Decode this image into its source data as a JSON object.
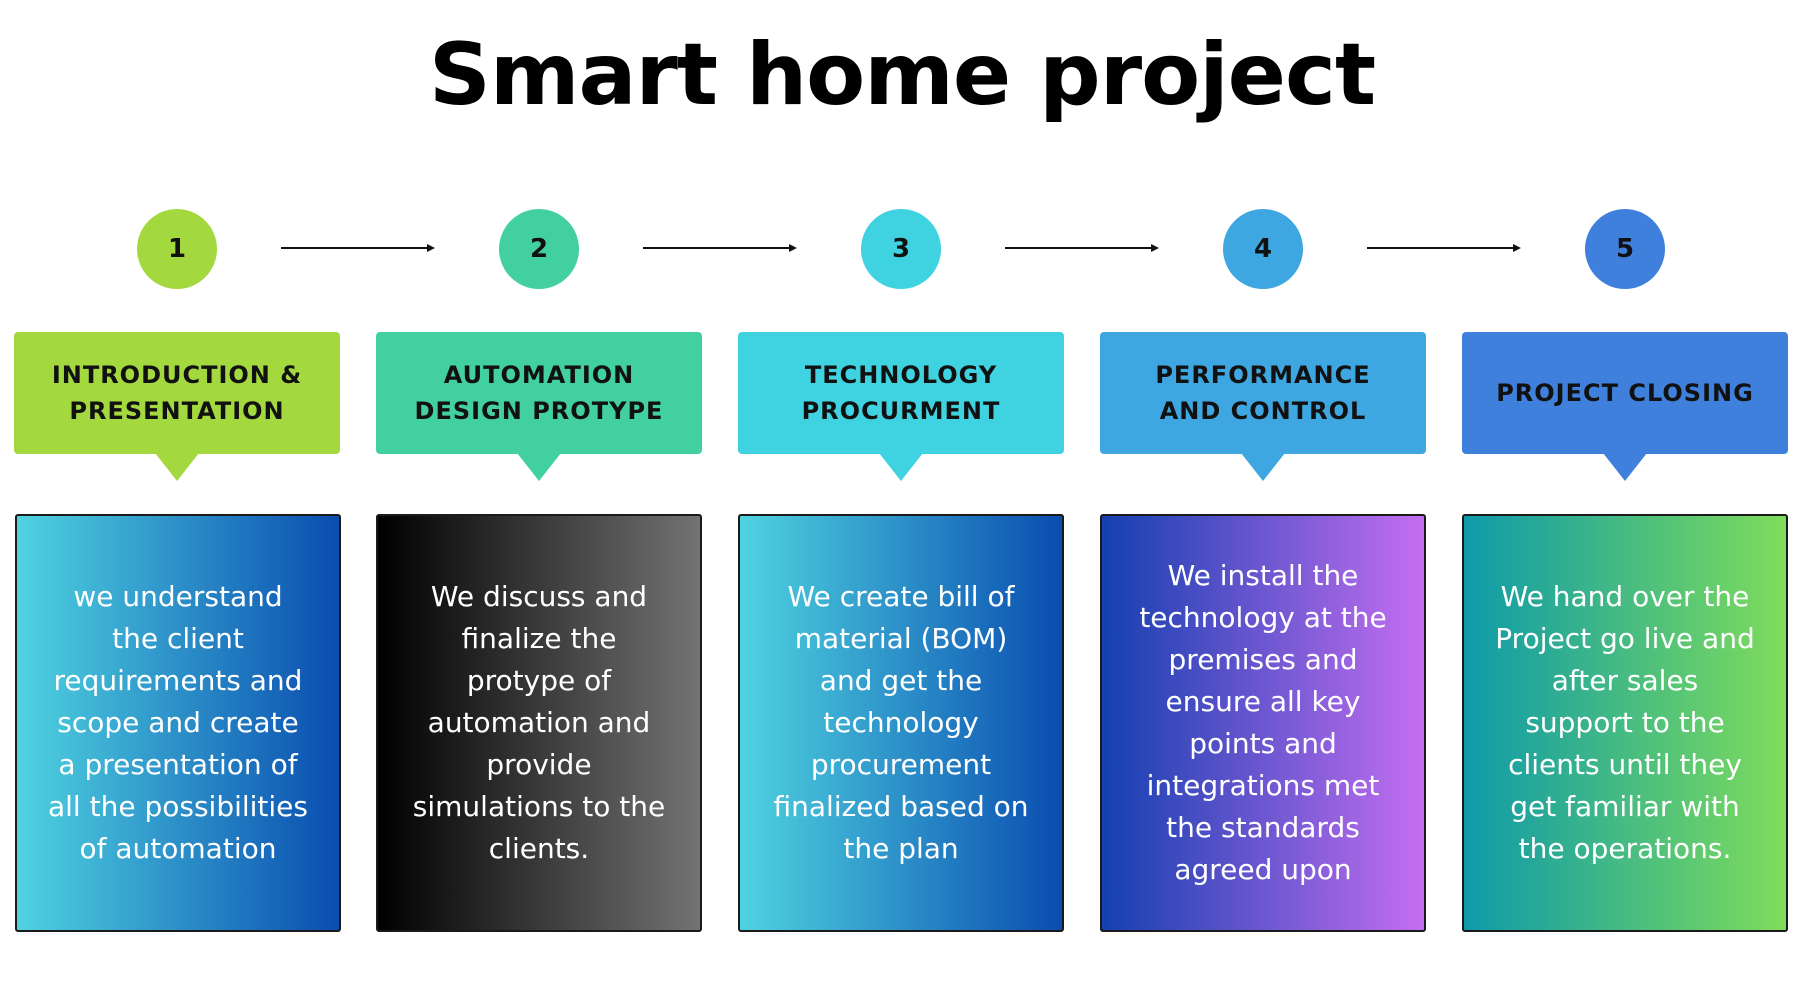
{
  "title": "Smart home project",
  "steps": [
    {
      "number": "1",
      "heading": "INTRODUCTION & PRESENTATION",
      "description": "we understand\nthe client\nrequirements and\nscope and create\na presentation of\nall the possibilities\nof automation",
      "accent_color": "#a3d83f",
      "description_gradient": [
        "#4fd3e0",
        "#0a4db0"
      ]
    },
    {
      "number": "2",
      "heading": "AUTOMATION DESIGN PROTYPE",
      "description": "We discuss and\nfinalize the\nprotype of\nautomation and\nprovide\nsimulations to the\nclients.",
      "accent_color": "#43d0a0",
      "description_gradient": [
        "#000000",
        "#737373"
      ]
    },
    {
      "number": "3",
      "heading": "TECHNOLOGY PROCURMENT",
      "description": "We create bill of\nmaterial (BOM)\nand get the\ntechnology\nprocurement\nfinalized based on\nthe plan",
      "accent_color": "#3fd2e0",
      "description_gradient": [
        "#4fd3e0",
        "#0a4db0"
      ]
    },
    {
      "number": "4",
      "heading": "PERFORMANCE AND CONTROL",
      "description": "We install the\ntechnology at the\npremises and\nensure all key\npoints and\nintegrations met\nthe standards\nagreed upon",
      "accent_color": "#3ea6e0",
      "description_gradient": [
        "#1440b0",
        "#c46ef0"
      ]
    },
    {
      "number": "5",
      "heading": "PROJECT CLOSING",
      "description": "We hand over the\nProject go live and\nafter sales\nsupport to the\nclients until they\nget familiar with\nthe operations.",
      "accent_color": "#3f80dc",
      "description_gradient": [
        "#0e9aaa",
        "#7fdc5a"
      ]
    }
  ],
  "connector_color": "#111111"
}
